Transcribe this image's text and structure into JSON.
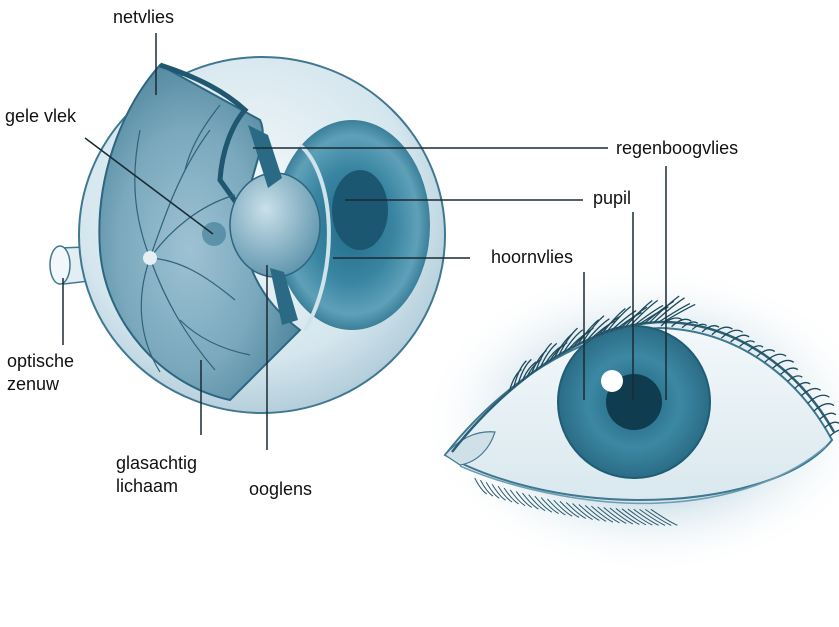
{
  "labels": {
    "netvlies": "netvlies",
    "gele_vlek": "gele vlek",
    "regenboogvlies": "regenboogvlies",
    "pupil": "pupil",
    "hoornvlies": "hoornvlies",
    "optische_zenuw": "optische\nzenuw",
    "glasachtig_lichaam": "glasachtig\nlichaam",
    "ooglens": "ooglens"
  },
  "colors": {
    "background": "#ffffff",
    "label_text": "#111111",
    "leader_line": "#1b2a33",
    "sclera_light": "#e9f2f6",
    "sclera_mid": "#b7d0dc",
    "interior": "#6e9fb5",
    "iris_outer": "#4e92ab",
    "iris_inner": "#2f7490",
    "pupil": "#123f52",
    "shadow_glow": "#9fc2d4"
  }
}
